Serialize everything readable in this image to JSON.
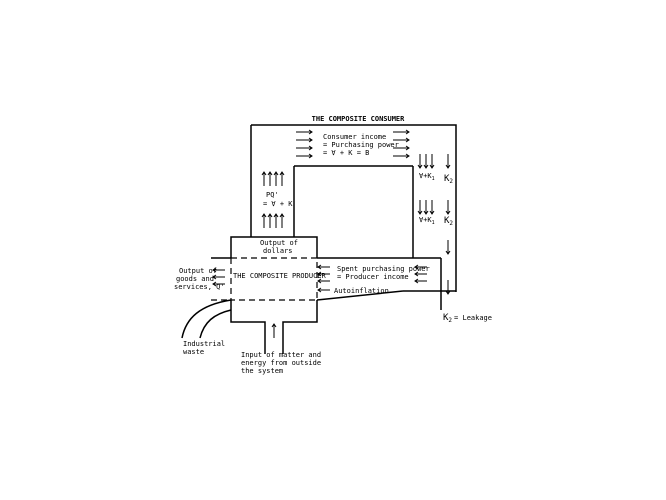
{
  "consumer": {
    "title": "THE COMPOSITE CONSUMER",
    "income_lines": [
      "Consumer income",
      "= Purchasing power",
      "= ∀ + K = B"
    ]
  },
  "producer": {
    "title": "THE COMPOSITE PRODUCER",
    "output_dollars": [
      "Output of",
      "dollars"
    ],
    "pq_lines": [
      "PQ'",
      "= ∀ + K"
    ]
  },
  "flows": {
    "spent_power": [
      "Spent purchasing power",
      "= Producer income"
    ],
    "autoinflation": "Autoinflation",
    "output_goods": [
      "Output of",
      "goods and",
      "services, Q'"
    ],
    "industrial_waste": [
      "Industrial",
      "waste"
    ],
    "input_matter": [
      "Input of matter and",
      "energy from outside",
      "the system"
    ]
  },
  "labels": {
    "v_k1_a": "∀+K",
    "v_k1_b": "∀+K",
    "k1_sub": "1",
    "k2_a": "K",
    "k2_b": "K",
    "k2_sub": "2",
    "leakage": "= Leakage"
  }
}
